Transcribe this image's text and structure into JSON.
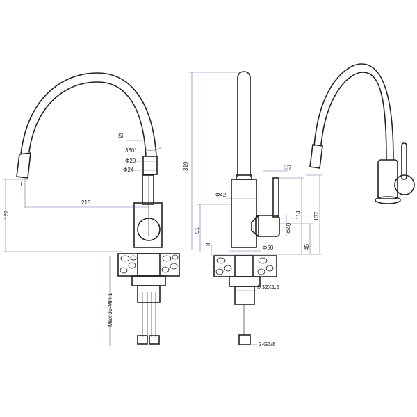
{
  "labels": {
    "si": "Si",
    "rot": "360°",
    "d20": "Φ20",
    "d24": "Φ24",
    "h127": "127",
    "reach": "215",
    "max35": "Max 35-Min 1",
    "h319": "319",
    "sq7": "7",
    "d42": "Φ42",
    "h91": "91",
    "h8": "8",
    "d40": "Φ40",
    "d50": "Φ50",
    "h114": "114",
    "h137": "137",
    "h45": "45",
    "m32": "M32X1.5",
    "g38": "2-G3/8"
  }
}
